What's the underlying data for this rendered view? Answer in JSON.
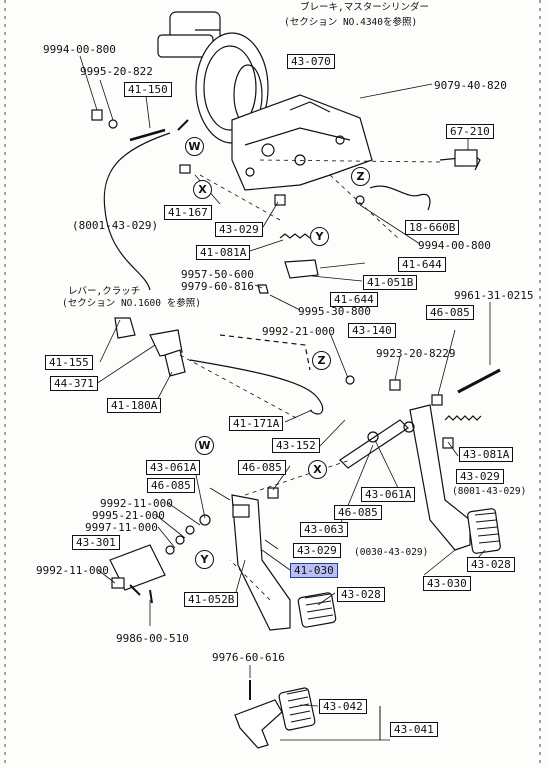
{
  "notes": {
    "top": "ブレーキ,マスターシリンダー",
    "top2": "(セクション NO.4340を参照)",
    "lever": "レバー,クラッチ",
    "lever2": "(セクション NO.1600 を参照)",
    "ref_8001_029": "(8001-43-029)",
    "ref_8001_029b": "(8001-43-029)",
    "ref_0030_029": "(0030-43-029)"
  },
  "callouts": {
    "c9994_00_800a": "9994-00-800",
    "c9995_20_822": "9995-20-822",
    "c9079_40_820": "9079-40-820",
    "c9994_00_800b": "9994-00-800",
    "c9957_50_600": "9957-50-600",
    "c9979_60_816": "9979-60-816",
    "c9995_30_800": "9995-30-800",
    "c9961_31_0215": "9961-31-0215",
    "c9992_21_000": "9992-21-000",
    "c9923_20_8229": "9923-20-8229",
    "c9992_11_000a": "9992-11-000",
    "c9995_21_000": "9995-21-000",
    "c9997_11_000": "9997-11-000",
    "c9992_11_000b": "9992-11-000",
    "c9986_00_510": "9986-00-510",
    "c9976_60_616": "9976-60-616"
  },
  "parts": {
    "p43_070": "43-070",
    "p41_150": "41-150",
    "p67_210": "67-210",
    "p41_167": "41-167",
    "p43_029a": "43-029",
    "p18_660b": "18-660B",
    "p41_081a": "41-081A",
    "p41_644a": "41-644",
    "p41_051b": "41-051B",
    "p41_644b": "41-644",
    "p46_085a": "46-085",
    "p43_140": "43-140",
    "p41_155": "41-155",
    "p44_371": "44-371",
    "p41_180a": "41-180A",
    "p41_171a": "41-171A",
    "p43_152": "43-152",
    "p43_081a": "43-081A",
    "p43_029b": "43-029",
    "p43_061a_left": "43-061A",
    "p46_085b": "46-085",
    "p46_085c": "46-085",
    "p43_061a_right": "43-061A",
    "p46_085d": "46-085",
    "p43_063": "43-063",
    "p43_301": "43-301",
    "p43_029c": "43-029",
    "p41_030": "41-030",
    "p43_028a": "43-028",
    "p43_030": "43-030",
    "p41_052b": "41-052B",
    "p43_028b": "43-028",
    "p43_042": "43-042",
    "p43_041": "43-041"
  },
  "markers": {
    "W1": "W",
    "X1": "X",
    "Z1": "Z",
    "Y1": "Y",
    "Z2": "Z",
    "X2": "X",
    "W2": "W",
    "Y2": "Y"
  },
  "highlight_color": "#b9bff2"
}
